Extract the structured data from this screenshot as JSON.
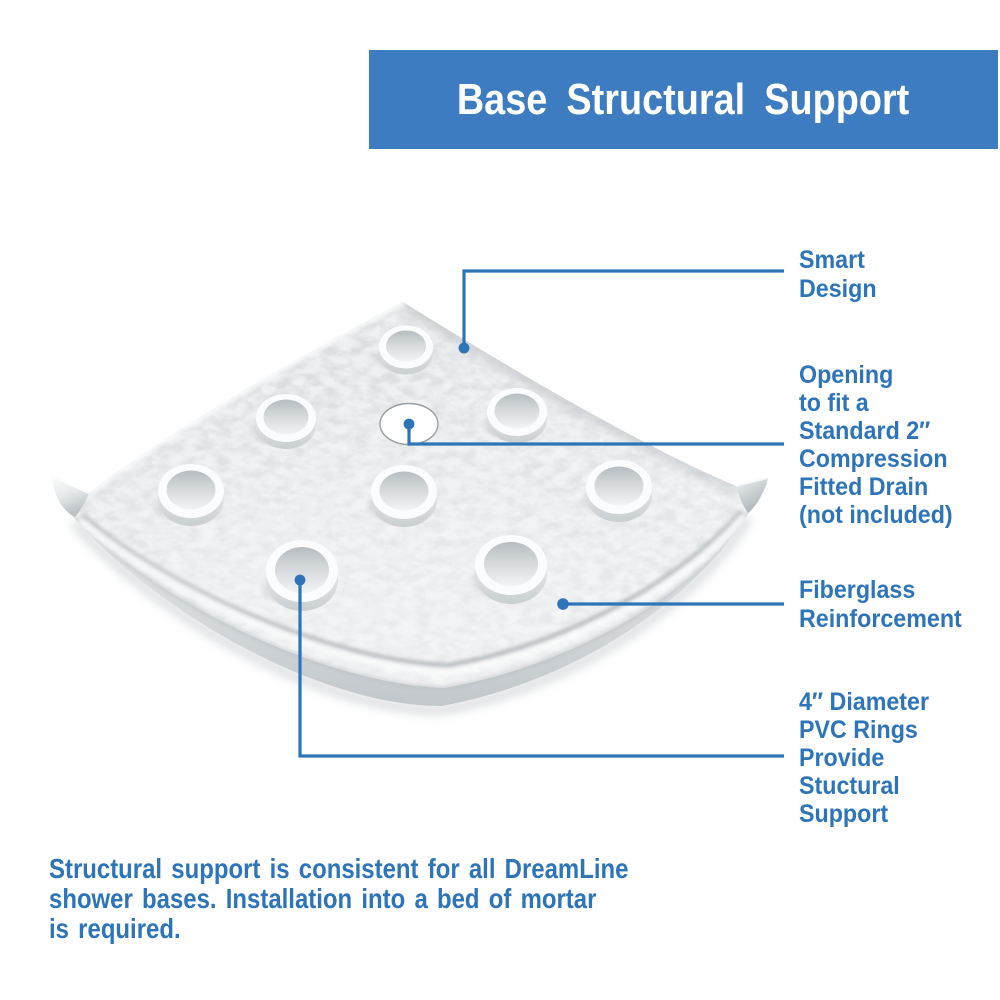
{
  "banner": {
    "title": "Base Structural Support"
  },
  "colors": {
    "accent": "#2e74b9",
    "banner_bg": "#3d7cc0",
    "banner_text": "#ffffff",
    "base_surface": "#e6e8ea"
  },
  "product": {
    "name": "corner shower base underside",
    "features": [
      "pvc-ring-1",
      "pvc-ring-2",
      "pvc-ring-3",
      "pvc-ring-4",
      "pvc-ring-5",
      "pvc-ring-6",
      "pvc-ring-7",
      "pvc-ring-8",
      "drain-opening"
    ]
  },
  "callouts": [
    {
      "id": "smart-design",
      "lines": [
        "Smart",
        "Design"
      ]
    },
    {
      "id": "drain-opening",
      "lines": [
        "Opening",
        "to fit a",
        "Standard 2″",
        "Compression",
        "Fitted Drain",
        "(not included)"
      ]
    },
    {
      "id": "fiberglass",
      "lines": [
        "Fiberglass",
        "Reinforcement"
      ]
    },
    {
      "id": "pvc-rings",
      "lines": [
        "4″ Diameter",
        "PVC Rings",
        "Provide",
        "Stuctural",
        "Support"
      ]
    }
  ],
  "footnote": {
    "lines": [
      "Structural support is consistent for all DreamLine",
      "shower bases. Installation into a bed of mortar",
      "is required."
    ]
  }
}
